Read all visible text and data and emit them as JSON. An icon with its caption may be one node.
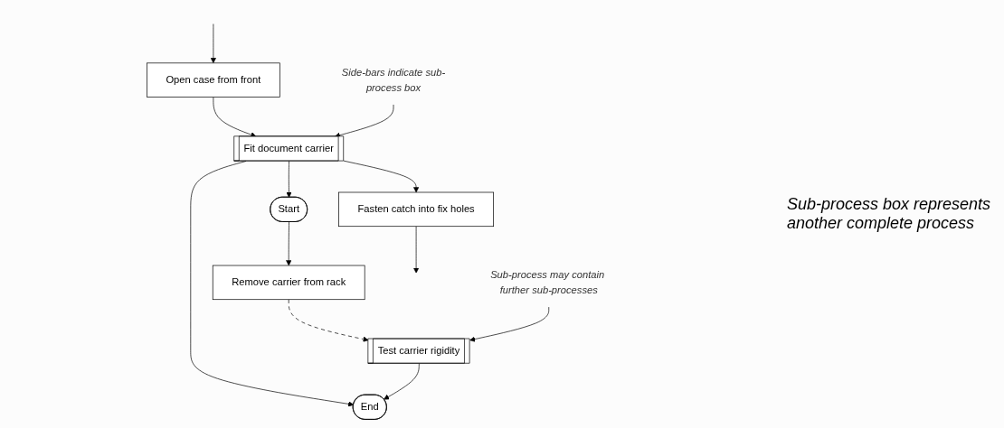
{
  "diagram": {
    "nodes": [
      {
        "text": [
          "Side-bars indicate sub-process box"
        ]
      },
      {
        "text": [
          "Open case from front"
        ]
      },
      {
        "text": [
          "Fit document carrier"
        ]
      },
      {
        "text": [
          "Fasten catch into fix holes"
        ]
      },
      {
        "text": [
          "Start"
        ]
      },
      {
        "text": [
          "Remove carrier from rack"
        ]
      },
      {
        "text": [
          "Test carrier rigidity"
        ]
      },
      {
        "text": [
          "End"
        ]
      },
      {
        "text": [
          "Sub-process may contain further sub-processes"
        ]
      }
    ],
    "edges": [
      {
        "from": null,
        "to": 1,
        "arrow": "to"
      },
      {
        "from": 1,
        "to": 2,
        "arrow": "to"
      },
      {
        "from": 2,
        "to": 3,
        "arrow": "to"
      },
      {
        "from": 3,
        "to": null,
        "arrow": "to"
      },
      {
        "from": 0,
        "to": 2,
        "arrow": "to"
      },
      {
        "from": 2,
        "to": 4,
        "arrow": "to"
      },
      {
        "from": 2,
        "to": 7,
        "arrow": "to"
      },
      {
        "from": 4,
        "to": 5,
        "arrow": "to"
      },
      {
        "from": 5,
        "to": 6,
        "arrow": "to",
        "style": "dashed"
      },
      {
        "from": 6,
        "to": 7,
        "arrow": "to"
      },
      {
        "from": 8,
        "to": 6,
        "arrow": "to"
      }
    ],
    "labels": [
      "Sub-process box represents another complete process"
    ]
  }
}
